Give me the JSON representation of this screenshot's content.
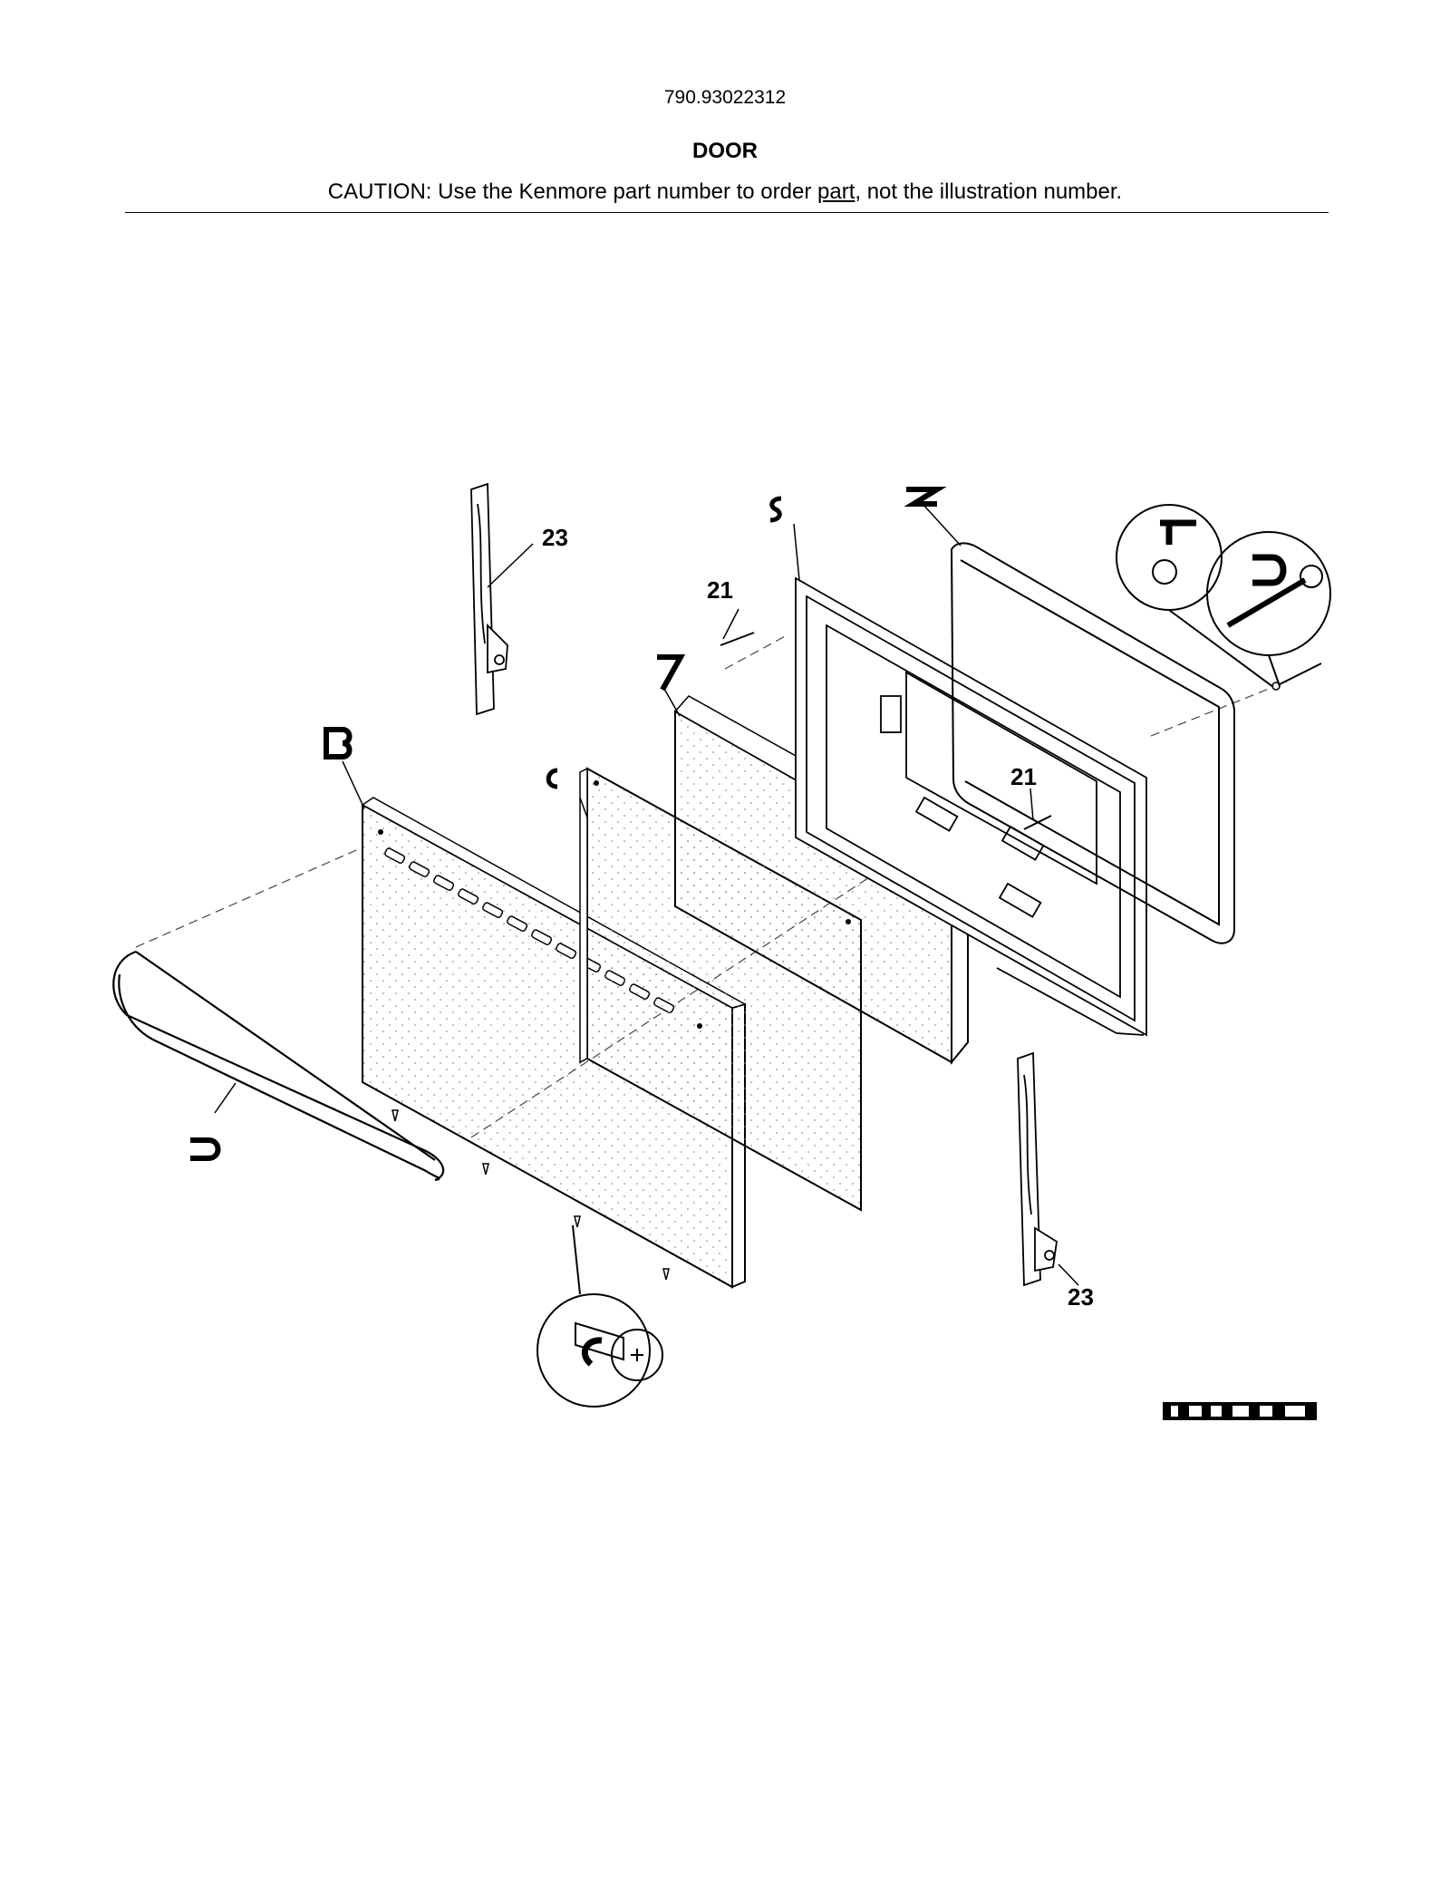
{
  "header": {
    "model_number": "790.93022312",
    "section_title": "DOOR",
    "caution_before": "CAUTION: Use the Kenmore part number to order ",
    "caution_underlined": "part",
    "caution_after": ", not the illustration number."
  },
  "callouts": {
    "hinge_upper": "23",
    "hinge_lower": "23",
    "screw_upper": "21",
    "screw_lower": "21"
  }
}
